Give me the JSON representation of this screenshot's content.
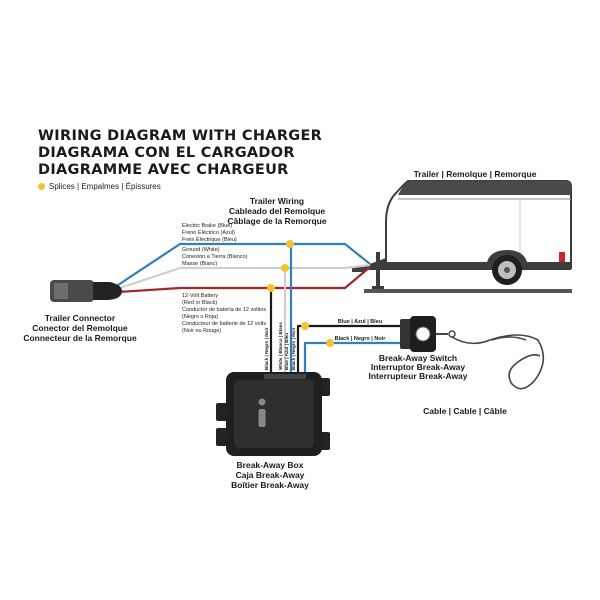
{
  "title": {
    "en": "WIRING DIAGRAM WITH CHARGER",
    "es": "DIAGRAMA CON EL CARGADOR",
    "fr": "DIAGRAMME AVEC CHARGEUR"
  },
  "legend": {
    "splices": "Splices | Empalmes | Épissures"
  },
  "colors": {
    "blue": "#2f7fc1",
    "red": "#a4262c",
    "white_wire": "#d8d8d8",
    "black": "#1a1a1a",
    "splice": "#f2c230"
  },
  "trailer": {
    "label": "Trailer | Remolque | Remorque"
  },
  "trailer_wiring": {
    "l1": "Trailer Wiring",
    "l2": "Cableado del Remolque",
    "l3": "Câblage de la Remorque"
  },
  "brake": {
    "l1": "Electric Brake (Blue)",
    "l2": "Freno Eléctrico (Azul)",
    "l3": "Frein Électrique (Bleu)"
  },
  "ground": {
    "l1": "Ground (White)",
    "l2": "Conexión a Tierra (Blanco)",
    "l3": "Masse (Blanc)"
  },
  "battery": {
    "l1": "12-Volt Battery",
    "l2": "(Red or Black)",
    "l3": "Conductor de batería de 12 voltios",
    "l4": "(Negro o Roja)",
    "l5": "Conducteur de batterie de 12 volts",
    "l6": "(Noir ou Rouge)"
  },
  "connector": {
    "l1": "Trailer Connector",
    "l2": "Conector del Remolque",
    "l3": "Connecteur de la Remorque"
  },
  "vertical_wires": {
    "w1": "Black | Negro | Noir",
    "w2": "White | Blanco | Blanc",
    "w3": "Blue | Azul | Bleu",
    "w4": "Black | Negro | Noir"
  },
  "switch_wires": {
    "blue": "Blue | Azul | Bleu",
    "black": "Black | Negro | Noir"
  },
  "switch": {
    "l1": "Break-Away Switch",
    "l2": "Interruptor Break-Away",
    "l3": "Interrupteur Break-Away"
  },
  "box": {
    "l1": "Break-Away Box",
    "l2": "Caja Break-Away",
    "l3": "Boîtier Break-Away"
  },
  "cable": {
    "label": "Cable | Cable | Câble"
  }
}
